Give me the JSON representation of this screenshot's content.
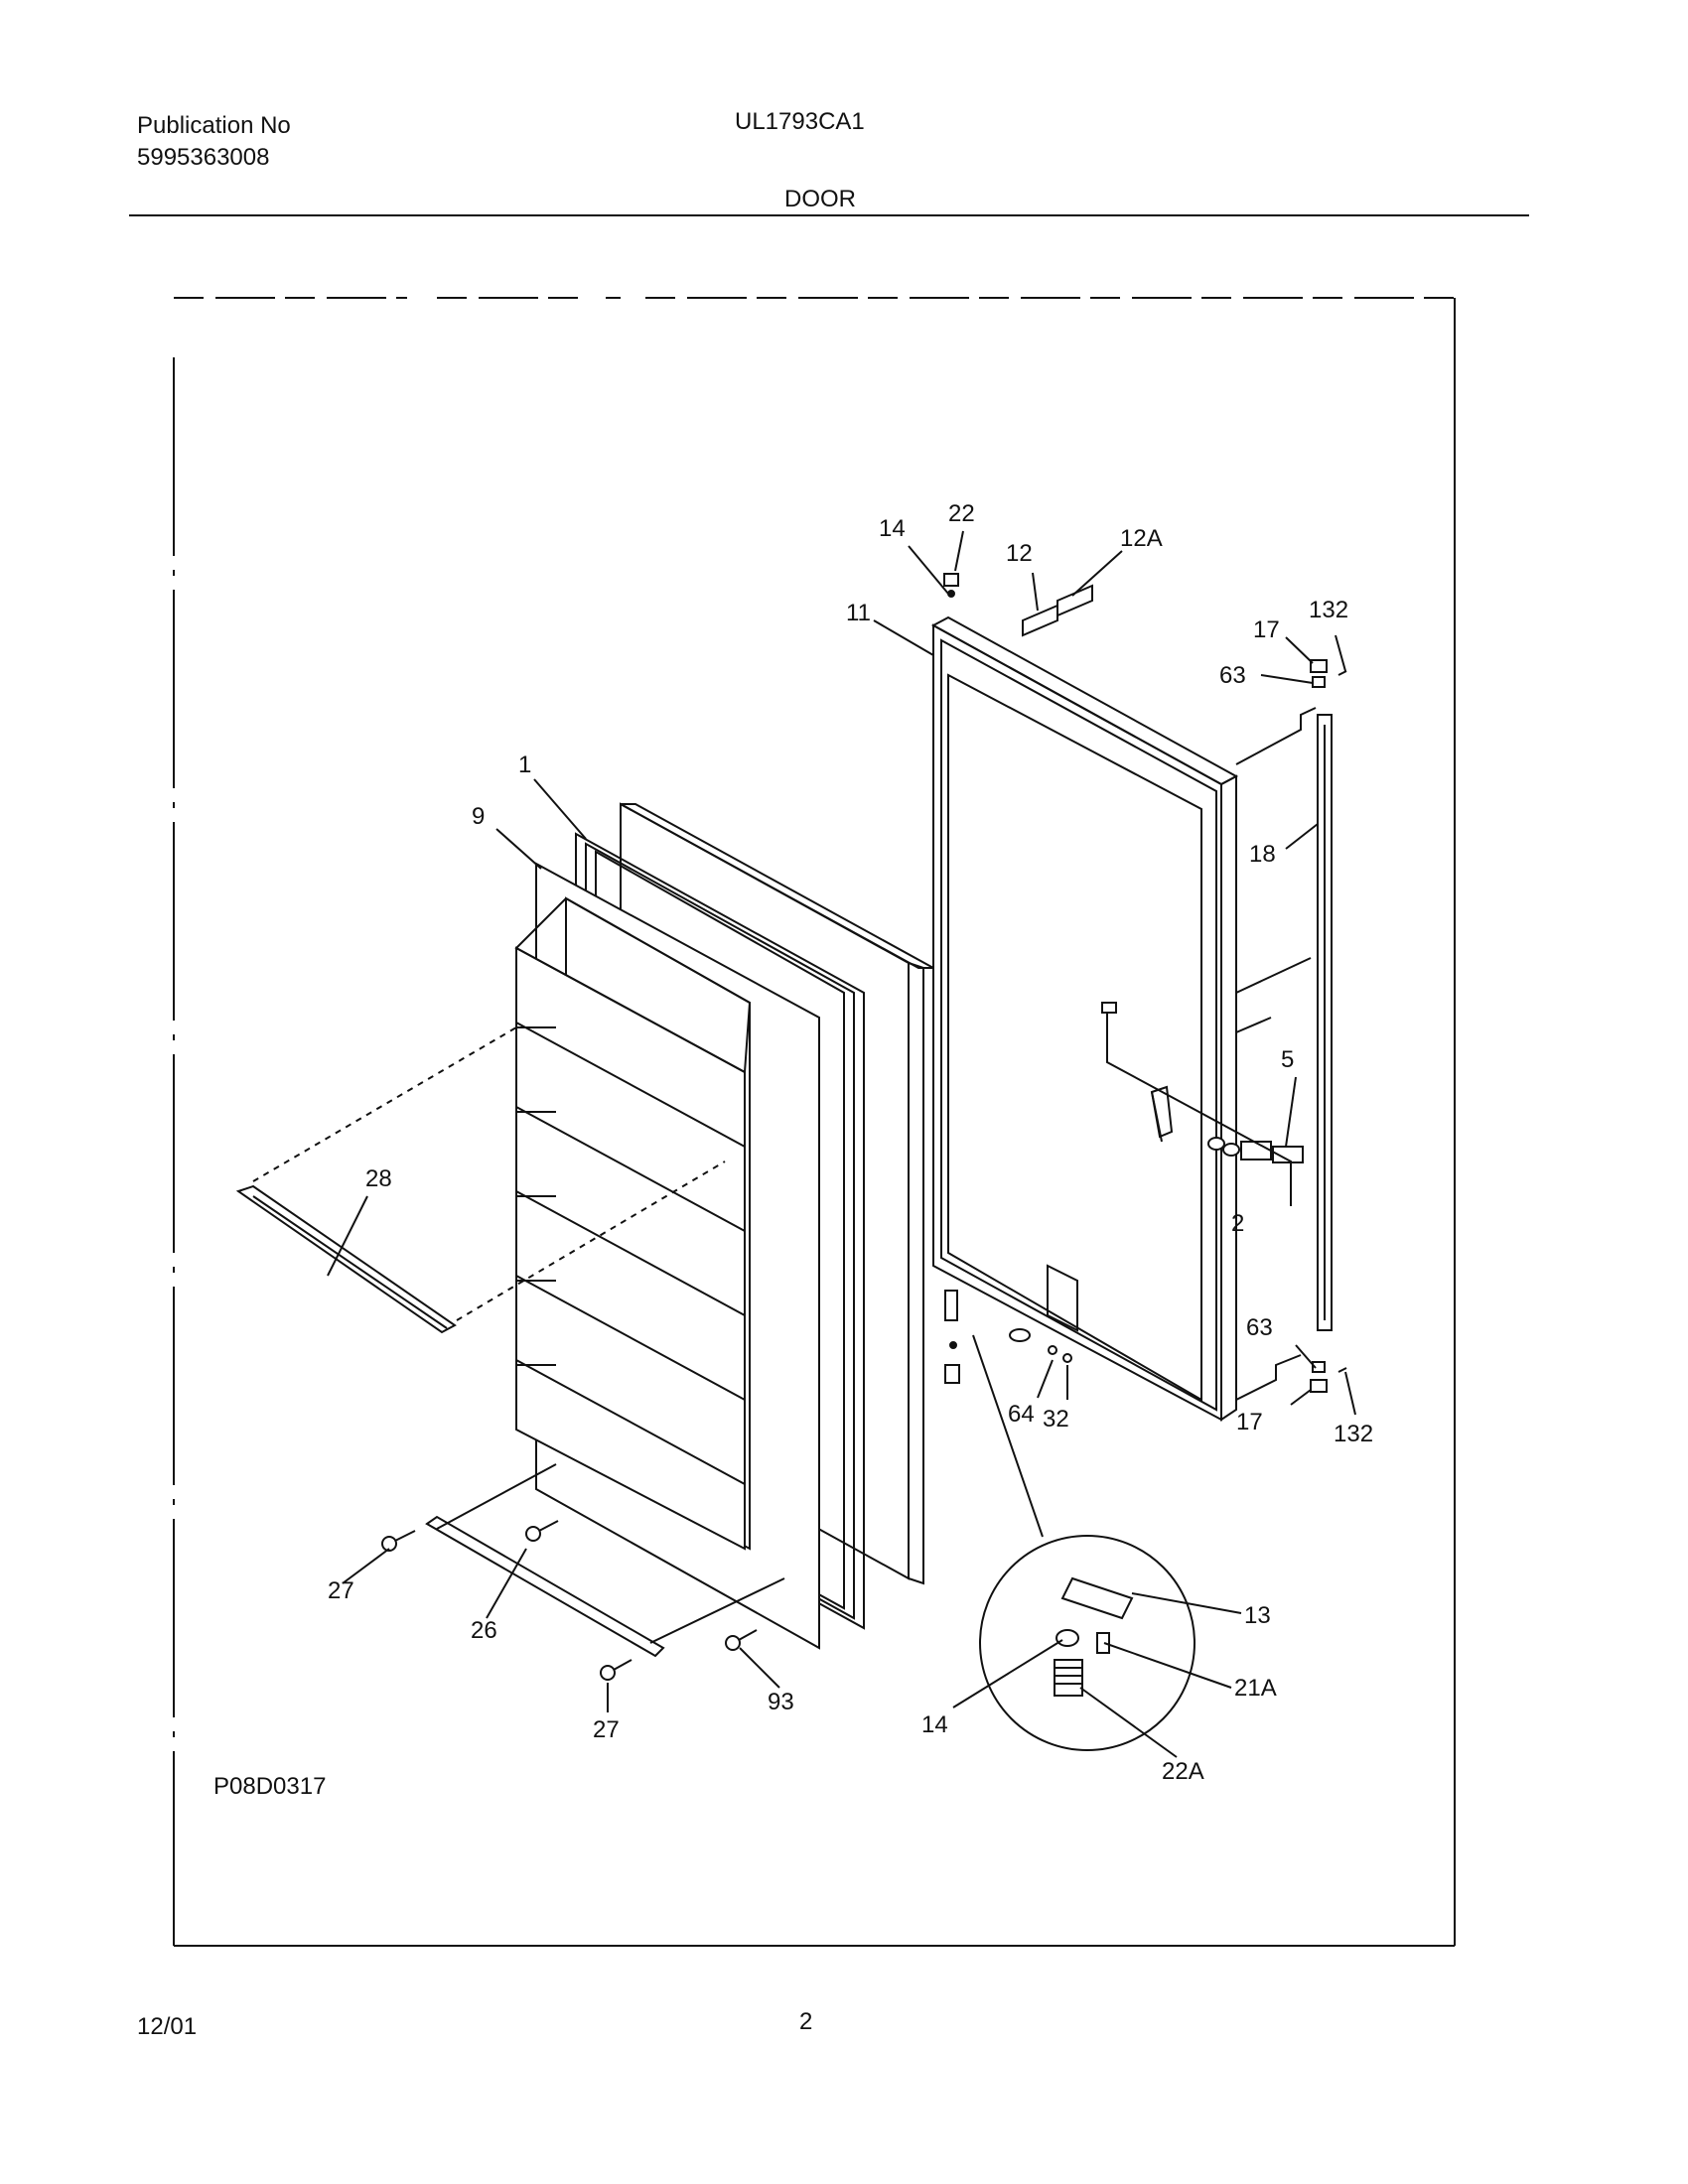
{
  "header": {
    "publication_label": "Publication No",
    "publication_number": "5995363008",
    "model": "UL1793CA1",
    "section_title": "DOOR"
  },
  "diagram": {
    "drawing_code": "P08D0317",
    "callouts": {
      "c1": "1",
      "c9": "9",
      "c28": "28",
      "c27a": "27",
      "c26": "26",
      "c27b": "27",
      "c93": "93",
      "c14a": "14",
      "c22": "22",
      "c12": "12",
      "c12A": "12A",
      "c11": "11",
      "c17a": "17",
      "c132a": "132",
      "c63a": "63",
      "c18": "18",
      "c5": "5",
      "c2": "2",
      "c63b": "63",
      "c17b": "17",
      "c132b": "132",
      "c64": "64",
      "c32": "32",
      "c13": "13",
      "c21A": "21A",
      "c14b": "14",
      "c22A": "22A"
    }
  },
  "footer": {
    "date": "12/01",
    "page": "2"
  }
}
